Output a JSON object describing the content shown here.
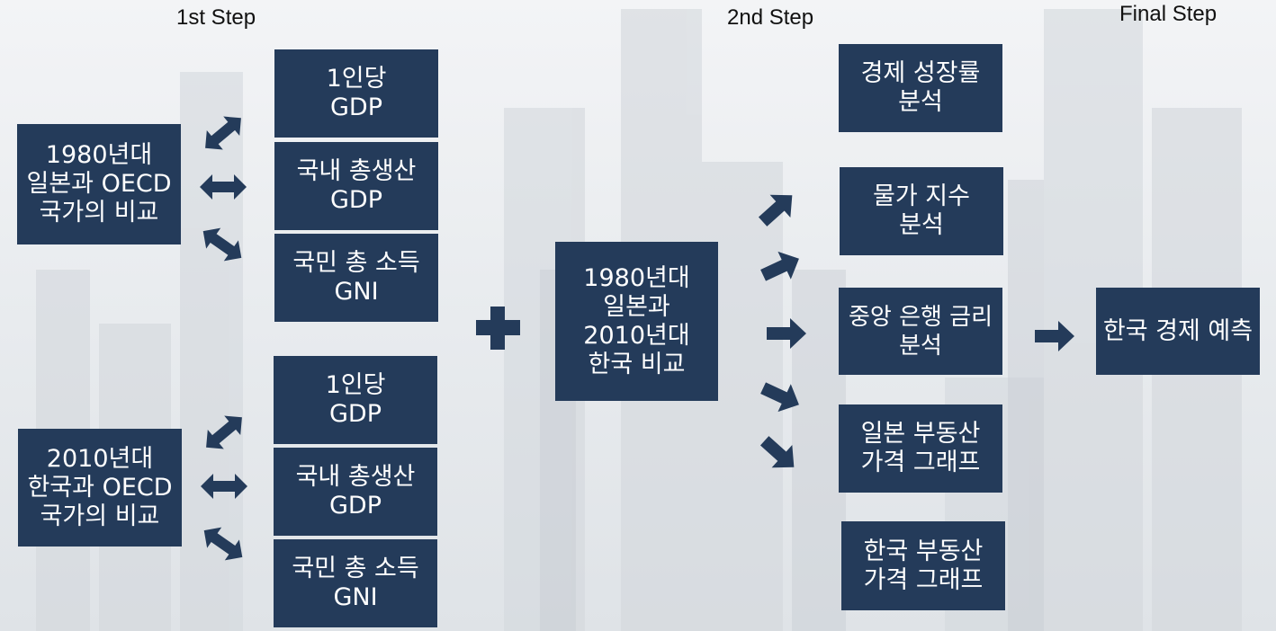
{
  "steps": {
    "step1": "1st Step",
    "step2": "2nd Step",
    "final": "Final Step"
  },
  "left": {
    "japan": "1980년대\n일본과 OECD\n국가의 비교",
    "korea": "2010년대\n한국과 OECD\n국가의 비교"
  },
  "metrics": {
    "top": [
      "1인당\nGDP",
      "국내 총생산\nGDP",
      "국민 총 소득\nGNI"
    ],
    "bottom": [
      "1인당\nGDP",
      "국내 총생산\nGDP",
      "국민 총 소득\nGNI"
    ]
  },
  "center": "1980년대\n일본과\n2010년대\n한국 비교",
  "analyses": [
    "경제 성장률\n분석",
    "물가 지수\n분석",
    "중앙 은행 금리\n분석",
    "일본 부동산\n가격 그래프",
    "한국 부동산\n가격 그래프"
  ],
  "final": "한국 경제 예측",
  "colors": {
    "box": "#243b5a",
    "arrow": "#243b5a"
  }
}
